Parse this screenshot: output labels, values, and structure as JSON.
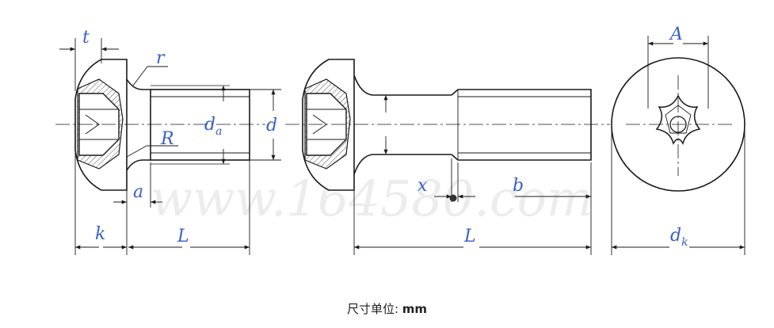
{
  "labels": {
    "t": "t",
    "r": "r",
    "R": "R",
    "a": "a",
    "k": "k",
    "L_left": "L",
    "d_a_main": "d",
    "d_a_sub": "a",
    "d": "d",
    "x": "x",
    "b": "b",
    "L_mid": "L",
    "A": "A",
    "d_k_main": "d",
    "d_k_sub": "k"
  },
  "watermark": "www.164580.com",
  "caption": {
    "prefix": "尺寸单位: ",
    "unit": "mm"
  },
  "colors": {
    "label": "#3a5fc8",
    "outline": "#1a1a1a",
    "hatch": "#555555",
    "watermark": "#e9e9e9"
  }
}
